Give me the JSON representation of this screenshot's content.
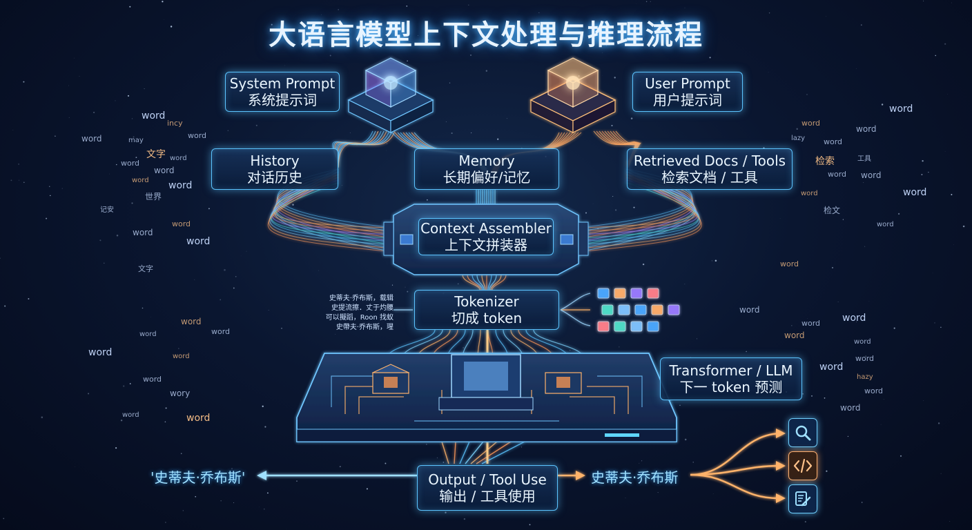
{
  "title": "大语言模型上下文处理与推理流程",
  "nodes": {
    "system_prompt": [
      "System Prompt",
      "系统提示词"
    ],
    "user_prompt": [
      "User Prompt",
      "用户提示词"
    ],
    "history": [
      "History",
      "对话历史"
    ],
    "memory": [
      "Memory",
      "长期偏好/记忆"
    ],
    "retrieved": [
      "Retrieved Docs / Tools",
      "检索文档 / 工具"
    ],
    "assembler": [
      "Context Assembler",
      "上下文拼装器"
    ],
    "tokenizer": [
      "Tokenizer",
      "切成 token"
    ],
    "transformer": [
      "Transformer / LLM",
      "下一 token 预测"
    ],
    "output": [
      "Output / Tool Use",
      "输出 / 工具使用"
    ]
  },
  "output_left": "'史蒂夫·乔布斯'",
  "output_right": "史蒂夫·乔布斯",
  "stream_text": [
    "史蒂夫·乔布斯，载辑",
    "史提流擦．丈于灼腰",
    "可以擬蹈，Roon 找蚁",
    "史帶夫·乔布斯，瑆"
  ],
  "tools": [
    {
      "icon": "search-icon",
      "color": "#6fd0ff"
    },
    {
      "icon": "code-icon",
      "color": "#ffb070"
    },
    {
      "icon": "edit-document-icon",
      "color": "#6fd0ff"
    }
  ],
  "floating_words": {
    "left": [
      "word",
      "incy",
      "word",
      "may",
      "word",
      "文字",
      "word",
      "word",
      "word",
      "word",
      "word",
      "世界",
      "记安",
      "word",
      "word",
      "word",
      "文字",
      "word",
      "word",
      "word",
      "word",
      "word",
      "word",
      "wory",
      "word",
      "word"
    ],
    "right": [
      "word",
      "word",
      "word",
      "lazy",
      "word",
      "检索",
      "工具",
      "word",
      "word",
      "word",
      "word",
      "检文",
      "word",
      "word",
      "word",
      "word",
      "word",
      "word",
      "word",
      "word",
      "word",
      "hazy",
      "word",
      "word"
    ]
  }
}
